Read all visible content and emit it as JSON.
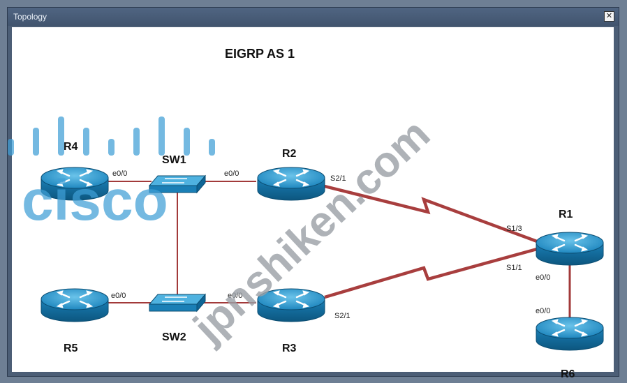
{
  "window": {
    "title": "Topology",
    "close_glyph": "✕"
  },
  "diagram": {
    "title": "EIGRP AS 1",
    "watermark_logo": "cisco",
    "watermark_text": "jpnshiken.com",
    "devices": {
      "r1": "R1",
      "r2": "R2",
      "r3": "R3",
      "r4": "R4",
      "r5": "R5",
      "r6": "R6",
      "sw1": "SW1",
      "sw2": "SW2"
    },
    "interfaces": {
      "r4_e0": "e0/0",
      "r2_e0": "e0/0",
      "r2_s": "S2/1",
      "r1_s13": "S1/3",
      "r1_s11": "S1/1",
      "r1_e0": "e0/0",
      "r6_e0": "e0/0",
      "r5_e0": "e0/0",
      "r3_e0": "e0/0",
      "r3_s": "S2/1"
    }
  }
}
